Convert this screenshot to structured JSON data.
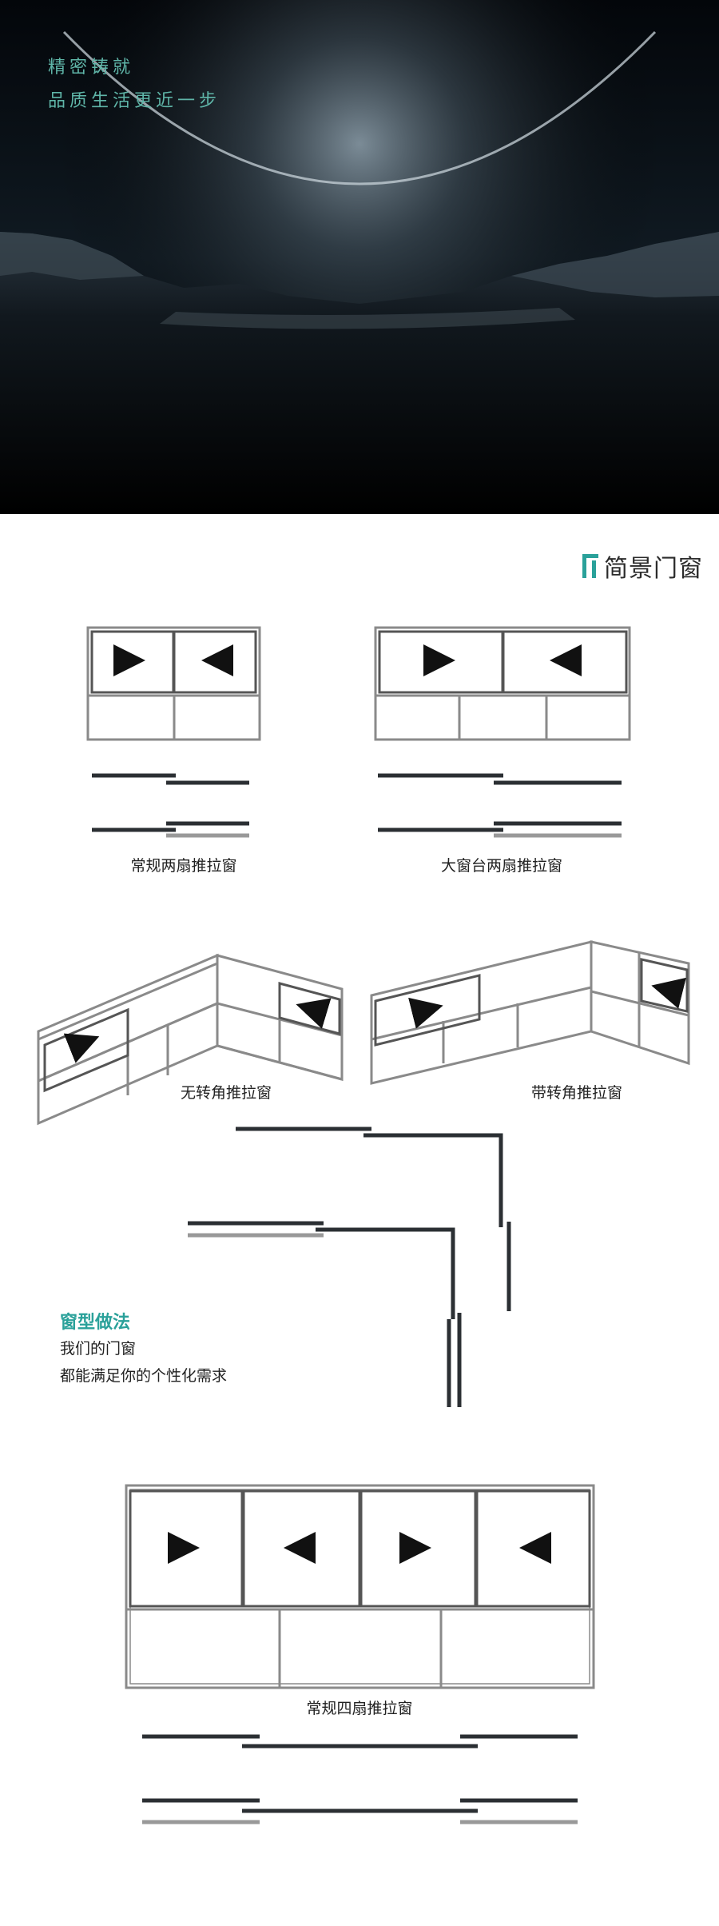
{
  "hero": {
    "title": "精密铸就",
    "subtitle": "品质生活更近一步"
  },
  "brand": {
    "name": "简景门窗",
    "accent": "#2aa19a"
  },
  "diagrams": [
    {
      "caption": "常规两扇推拉窗"
    },
    {
      "caption": "大窗台两扇推拉窗"
    },
    {
      "caption": "无转角推拉窗"
    },
    {
      "caption": "带转角推拉窗"
    },
    {
      "caption": "常规四扇推拉窗"
    }
  ],
  "section": {
    "title": "窗型做法",
    "line1": "我们的门窗",
    "line2": "都能满足你的个性化需求"
  }
}
